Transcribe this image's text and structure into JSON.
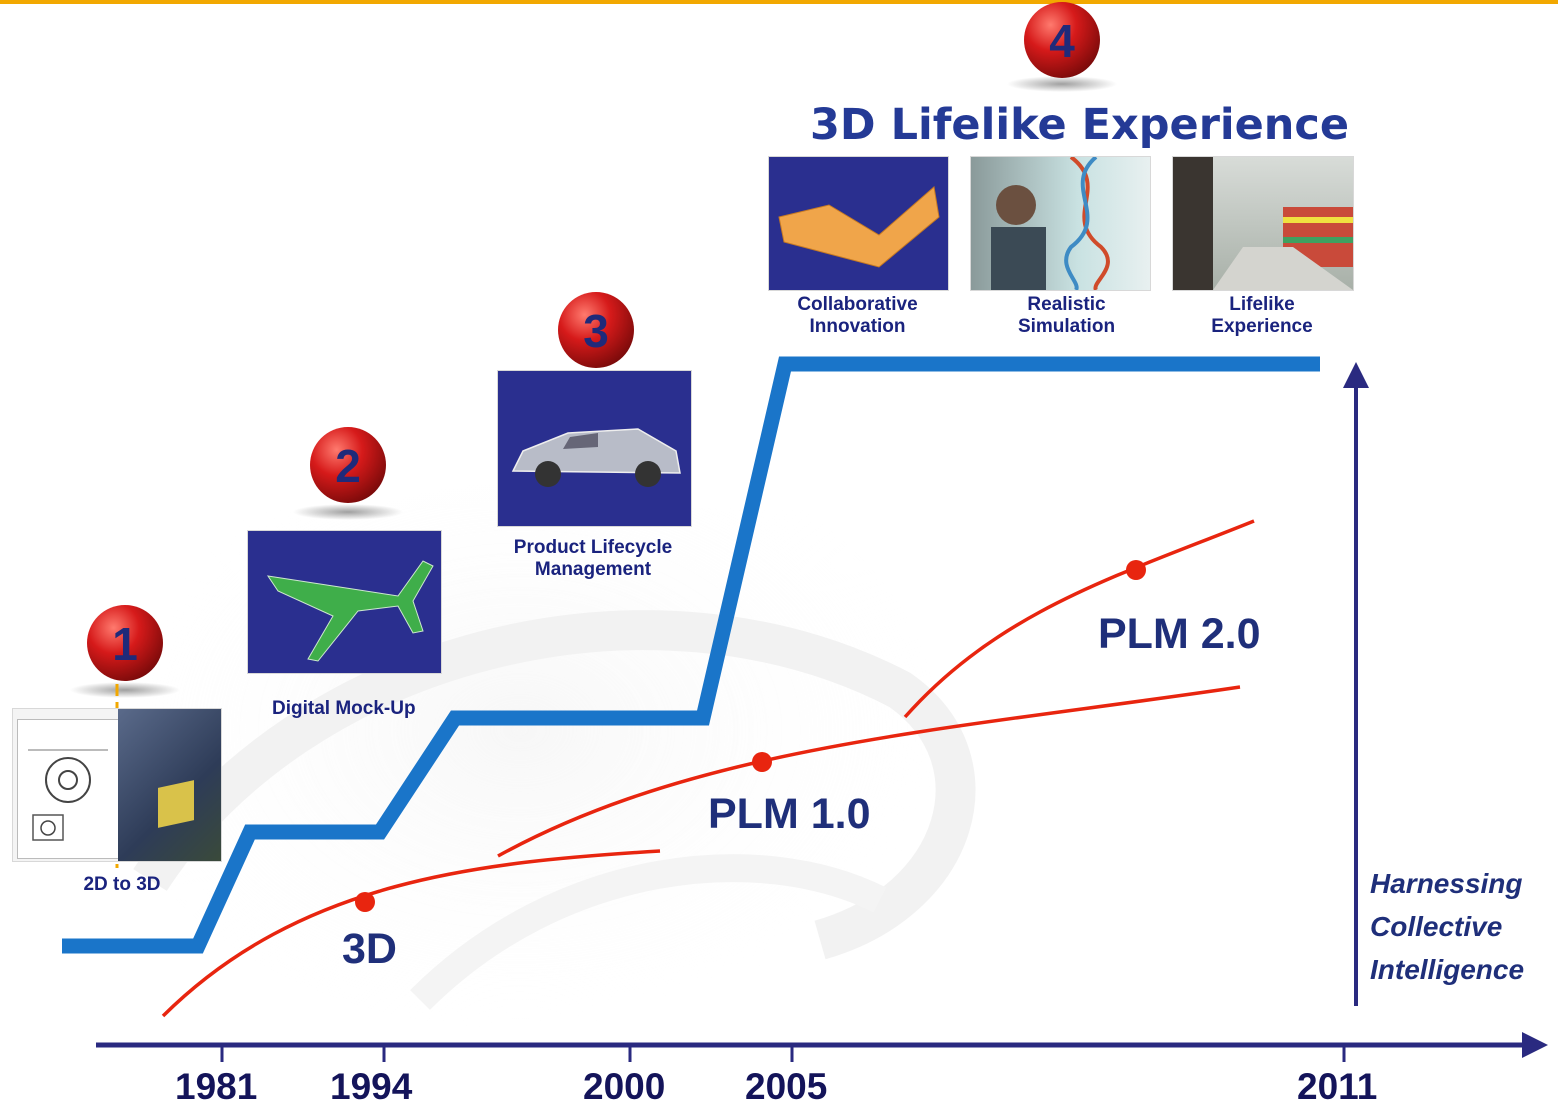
{
  "title": "3D Lifelike Experience",
  "milestones": [
    {
      "number": "1",
      "caption": "2D to 3D"
    },
    {
      "number": "2",
      "caption": "Digital Mock-Up"
    },
    {
      "number": "3",
      "caption_line1": "Product Lifecycle",
      "caption_line2": "Management"
    },
    {
      "number": "4"
    }
  ],
  "experience_items": [
    {
      "line1": "Collaborative",
      "line2": "Innovation"
    },
    {
      "line1": "Realistic",
      "line2": "Simulation"
    },
    {
      "line1": "Lifelike",
      "line2": "Experience"
    }
  ],
  "curve_labels": [
    "3D",
    "PLM 1.0",
    "PLM 2.0"
  ],
  "axis_years": [
    "1981",
    "1994",
    "2000",
    "2005",
    "2011"
  ],
  "side_text": [
    "Harnessing",
    "Collective",
    "Intelligence"
  ],
  "colors": {
    "step_line": "#1a75c9",
    "curves": "#e8250f",
    "axis": "#2a2a80",
    "badge": "#c2141a",
    "title": "#243a96",
    "accent_top": "#f2a800"
  }
}
